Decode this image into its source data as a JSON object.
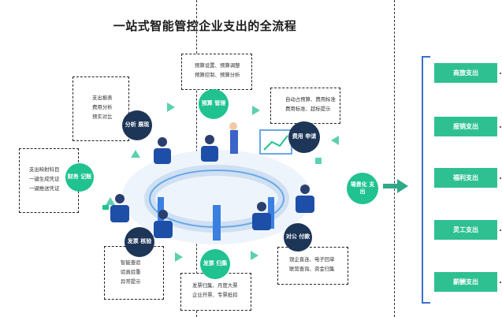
{
  "title": "一站式智能管控企业支出的全流程",
  "center_node": "場景化 支出",
  "nodes": {
    "analysis": "分析 展现",
    "budget": "预算 管理",
    "expense_apply": "费用 申请",
    "accounting": "财务 记账",
    "invoice_check": "发票 核验",
    "invoice_collect": "发票 归集",
    "payment": "对公 付款"
  },
  "boxes": {
    "analysis": [
      "支出报表",
      "费用分析",
      "预实对比"
    ],
    "budget": [
      "预算设置、预算调整",
      "预算控制、预算分析"
    ],
    "expense": [
      "自动占预算、费用标准",
      "费用标准、超标提示"
    ],
    "accounting": [
      "支出映射科目",
      "一键生成凭证",
      "一键推送凭证"
    ],
    "invoice_check": [
      "智能查验",
      "验真验重",
      "异常提示"
    ],
    "invoice_collect": [
      "发票归集、月度大票",
      "企业开票、专票抵扣"
    ],
    "payment": [
      "银企直连、电子回单",
      "联营查询、资金归集"
    ]
  },
  "categories": [
    "商旅支出",
    "报销支出",
    "福利支出",
    "灵工支出",
    "薪酬支出"
  ],
  "colors": {
    "green": "#20c290",
    "navy": "#1d3557",
    "bracket": "#3a6fd0"
  }
}
